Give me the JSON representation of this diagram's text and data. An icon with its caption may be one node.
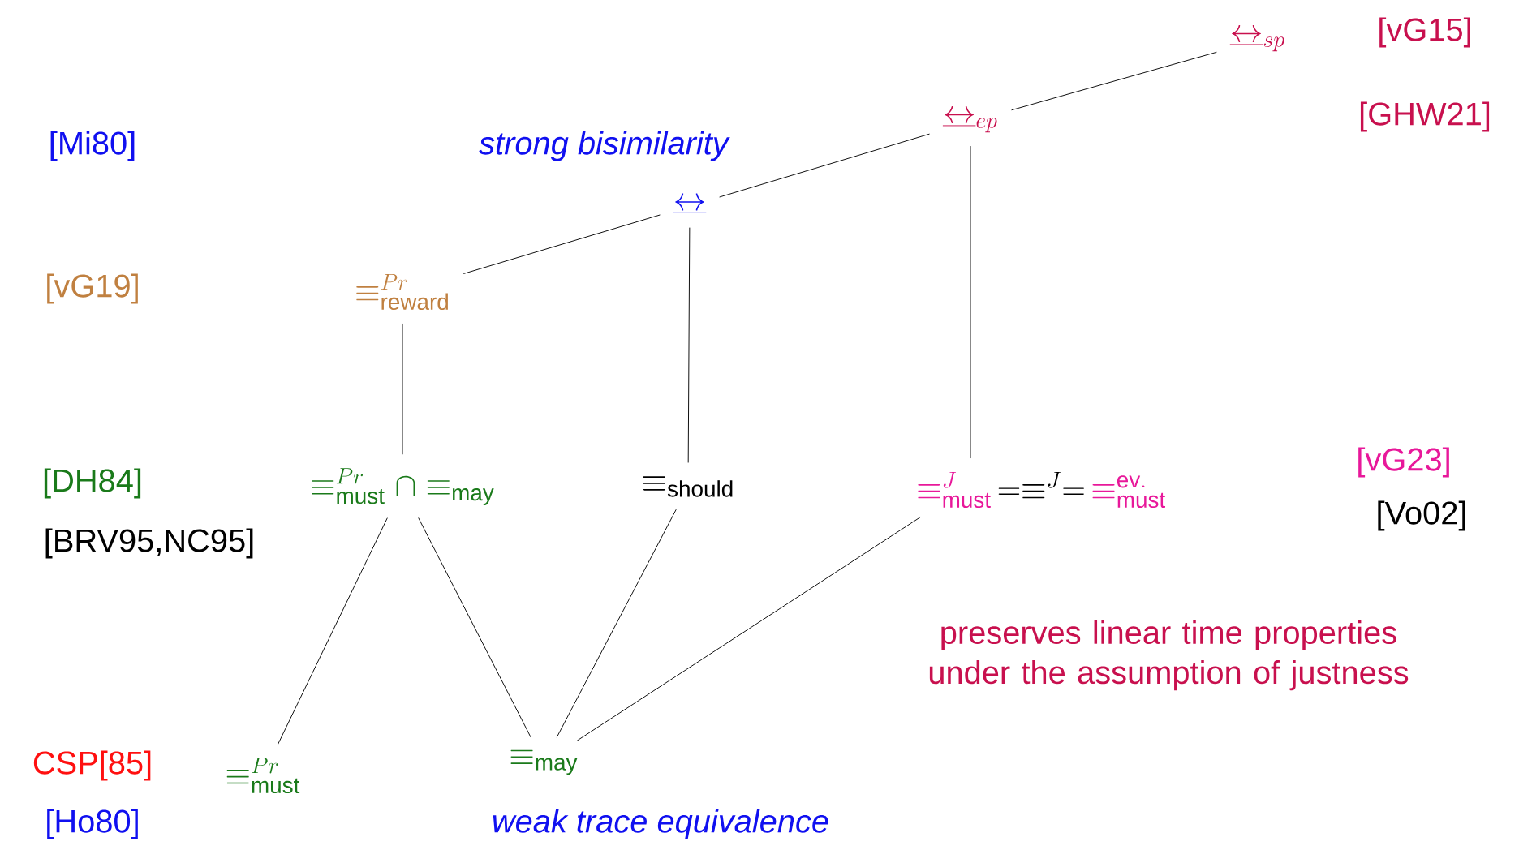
{
  "diagram": {
    "nodes": [
      {
        "text": [
          "\\underline{\\leftrightarrow}_{sp}"
        ]
      },
      {
        "text": [
          "\\underline{\\leftrightarrow}_{ep}"
        ]
      },
      {
        "text": [
          "\\underline{\\leftrightarrow}"
        ],
        "beside": [
          "strong bisimilarity"
        ]
      },
      {
        "text": [
          "\\equiv^{Pr}_{\\mathrm{reward}}"
        ]
      },
      {
        "text": [
          "\\equiv^{Pr}_{\\mathrm{must}}\\cap\\equiv_{\\mathrm{may}}"
        ]
      },
      {
        "text": [
          "\\equiv_{\\mathrm{should}}"
        ]
      },
      {
        "text": [
          "\\equiv^{J}_{\\mathrm{must}}",
          "=\\equiv^{J}=",
          "\\equiv^{\\mathrm{ev.}}_{\\mathrm{must}}"
        ]
      },
      {
        "text": [
          "\\equiv^{Pr}_{\\mathrm{must}}"
        ]
      },
      {
        "text": [
          "\\equiv_{\\mathrm{may}}"
        ],
        "beside": [
          "weak trace equivalence"
        ]
      }
    ],
    "edges": [
      {
        "from": 0,
        "to": 1,
        "arrow": "none"
      },
      {
        "from": 1,
        "to": 2,
        "arrow": "none"
      },
      {
        "from": 2,
        "to": 3,
        "arrow": "none"
      },
      {
        "from": 1,
        "to": 6,
        "arrow": "none"
      },
      {
        "from": 2,
        "to": 5,
        "arrow": "none"
      },
      {
        "from": 3,
        "to": 4,
        "arrow": "none"
      },
      {
        "from": 4,
        "to": 7,
        "arrow": "none"
      },
      {
        "from": 4,
        "to": 8,
        "arrow": "none"
      },
      {
        "from": 5,
        "to": 8,
        "arrow": "none"
      },
      {
        "from": 6,
        "to": 8,
        "arrow": "none"
      }
    ],
    "labels": [
      "[vG15]",
      "[GHW21]",
      "[Mi80]",
      "[vG19]",
      "[DH84]",
      "[BRV95,NC95]",
      "[vG23]",
      "[Vo02]",
      "preserves linear time properties under the assumption of justness",
      "CSP[85]",
      "[Ho80]"
    ]
  }
}
